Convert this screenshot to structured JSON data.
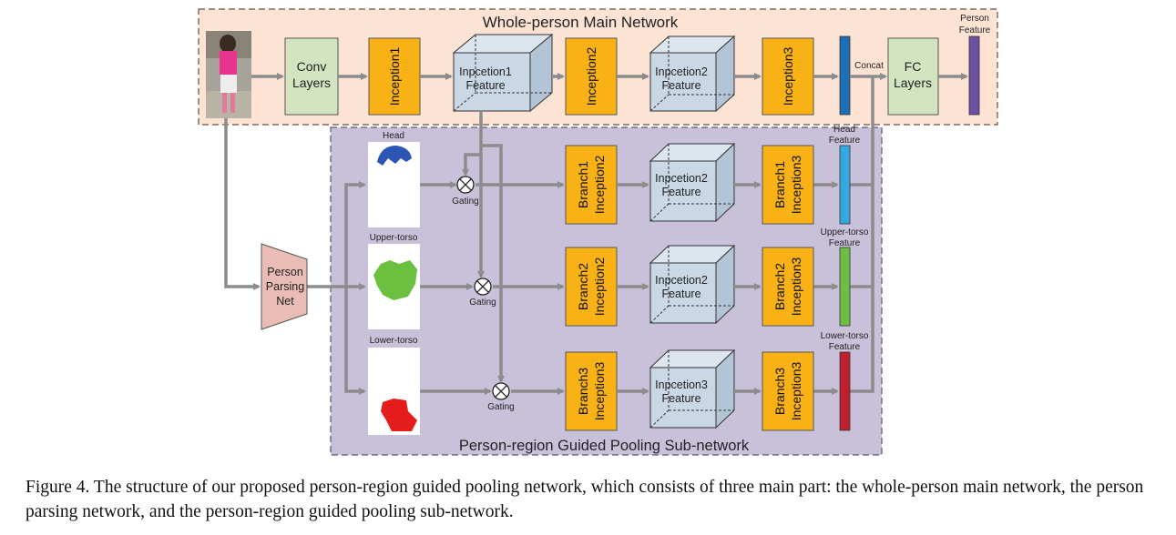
{
  "main_title": "Whole-person Main Network",
  "sub_title": "Person-region Guided Pooling Sub-network",
  "conv_label_line1": "Conv",
  "conv_label_line2": "Layers",
  "inception1": "Inception1",
  "inception2": "Inception2",
  "inception3": "Inception3",
  "inc1_feature_line1": "Inpcetion1",
  "inc1_feature_line2": "Feature",
  "inc2_feature_line1": "Inpcetion2",
  "inc2_feature_line2": "Feature",
  "concat": "Concat",
  "fc_line1": "FC",
  "fc_line2": "Layers",
  "person_feature_line1": "Person",
  "person_feature_line2": "Feature",
  "parsing_line1": "Person",
  "parsing_line2": "Parsing",
  "parsing_line3": "Net",
  "region_head": "Head",
  "region_upper": "Upper-torso",
  "region_lower": "Lower-torso",
  "gating": "Gating",
  "b1_line1": "Branch1",
  "b1_line2": "Inception2",
  "b1b_line1": "Branch1",
  "b1b_line2": "Inception3",
  "b2_line1": "Branch2",
  "b2_line2": "Inception2",
  "b2b_line1": "Branch2",
  "b2b_line2": "Inception3",
  "b3_line1": "Branch3",
  "b3_line2": "Inception3",
  "b3b_line1": "Branch3",
  "b3b_line2": "Inception3",
  "b1_feat_line1": "Inpcetion2",
  "b1_feat_line2": "Feature",
  "b2_feat_line1": "Inpcetion2",
  "b2_feat_line2": "Feature",
  "b3_feat_line1": "Inpcetion3",
  "b3_feat_line2": "Feature",
  "head_feature_line1": "Head",
  "head_feature_line2": "Feature",
  "upper_feature_line1": "Upper-torso",
  "upper_feature_line2": "Feature",
  "lower_feature_line1": "Lower-torso",
  "lower_feature_line2": "Feature",
  "caption": "Figure 4. The structure of our proposed person-region guided pooling network, which consists of three main part: the whole-person main network, the person parsing network, and the person-region guided pooling sub-network.",
  "colors": {
    "main_bg": "#fce3d3",
    "sub_bg": "#c9c1d9",
    "inception": "#f9b215",
    "conv": "#d3e4c0",
    "feature_cube": "#cad7e5",
    "concat_bar": "#1f6fb5",
    "person_feature_bar": "#6b4fa0",
    "head_feature_bar": "#34a8e0",
    "upper_feature_bar": "#6ebd44",
    "lower_feature_bar": "#c0202e",
    "parsing_net": "#e9bcb6",
    "arrow": "#8c8c8c",
    "head_mask": "#2d55b5",
    "upper_mask": "#6cc03f",
    "lower_mask": "#e41c1c"
  }
}
